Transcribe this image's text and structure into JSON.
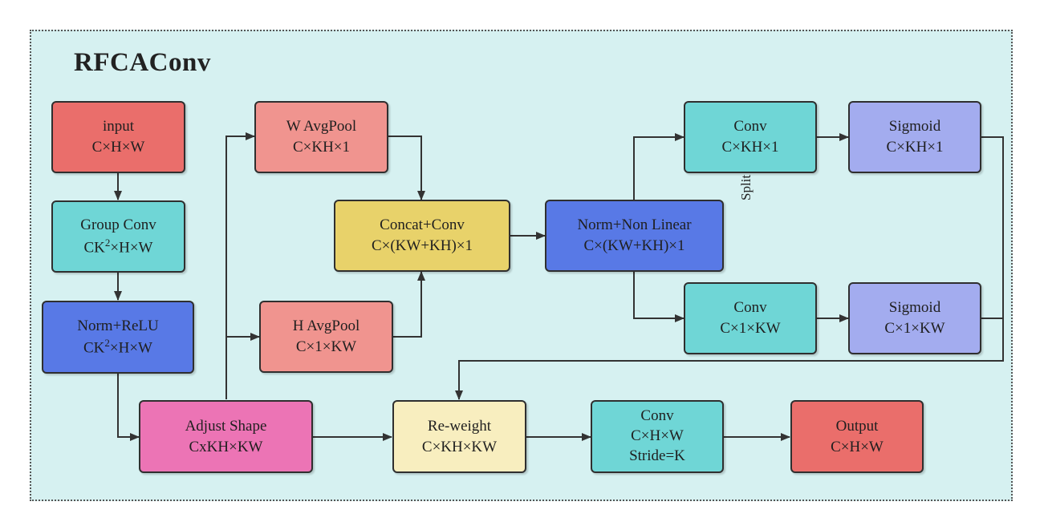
{
  "title": "RFCAConv",
  "split_label": "Split",
  "colors": {
    "background": "#d6f1f1",
    "red": "#ea6e6b",
    "teal": "#6fd6d6",
    "blue": "#5879e6",
    "salmon": "#f0948f",
    "yellow": "#e8d26a",
    "lavender": "#a3acef",
    "pink": "#ec74b5",
    "cream": "#f8eebf"
  },
  "nodes": {
    "input": {
      "l1": "input",
      "l2": "C×H×W"
    },
    "group_conv": {
      "l1": "Group Conv",
      "l2a": "CK",
      "sup": "2",
      "l2b": "×H×W"
    },
    "norm_relu": {
      "l1": "Norm+ReLU",
      "l2a": "CK",
      "sup": "2",
      "l2b": "×H×W"
    },
    "adjust_shape": {
      "l1": "Adjust Shape",
      "l2": "CxKH×KW"
    },
    "w_avgpool": {
      "l1": "W AvgPool",
      "l2": "C×KH×1"
    },
    "h_avgpool": {
      "l1": "H AvgPool",
      "l2": "C×1×KW"
    },
    "concat_conv": {
      "l1": "Concat+Conv",
      "l2": "C×(KW+KH)×1"
    },
    "norm_nonlinear": {
      "l1": "Norm+Non Linear",
      "l2": "C×(KW+KH)×1"
    },
    "conv_top": {
      "l1": "Conv",
      "l2": "C×KH×1"
    },
    "sigmoid_top": {
      "l1": "Sigmoid",
      "l2": "C×KH×1"
    },
    "conv_bottom": {
      "l1": "Conv",
      "l2": "C×1×KW"
    },
    "sigmoid_bottom": {
      "l1": "Sigmoid",
      "l2": "C×1×KW"
    },
    "reweight": {
      "l1": "Re-weight",
      "l2": "C×KH×KW"
    },
    "conv_final": {
      "l1": "Conv",
      "l2": "C×H×W",
      "l3": "Stride=K"
    },
    "output": {
      "l1": "Output",
      "l2": "C×H×W"
    }
  }
}
